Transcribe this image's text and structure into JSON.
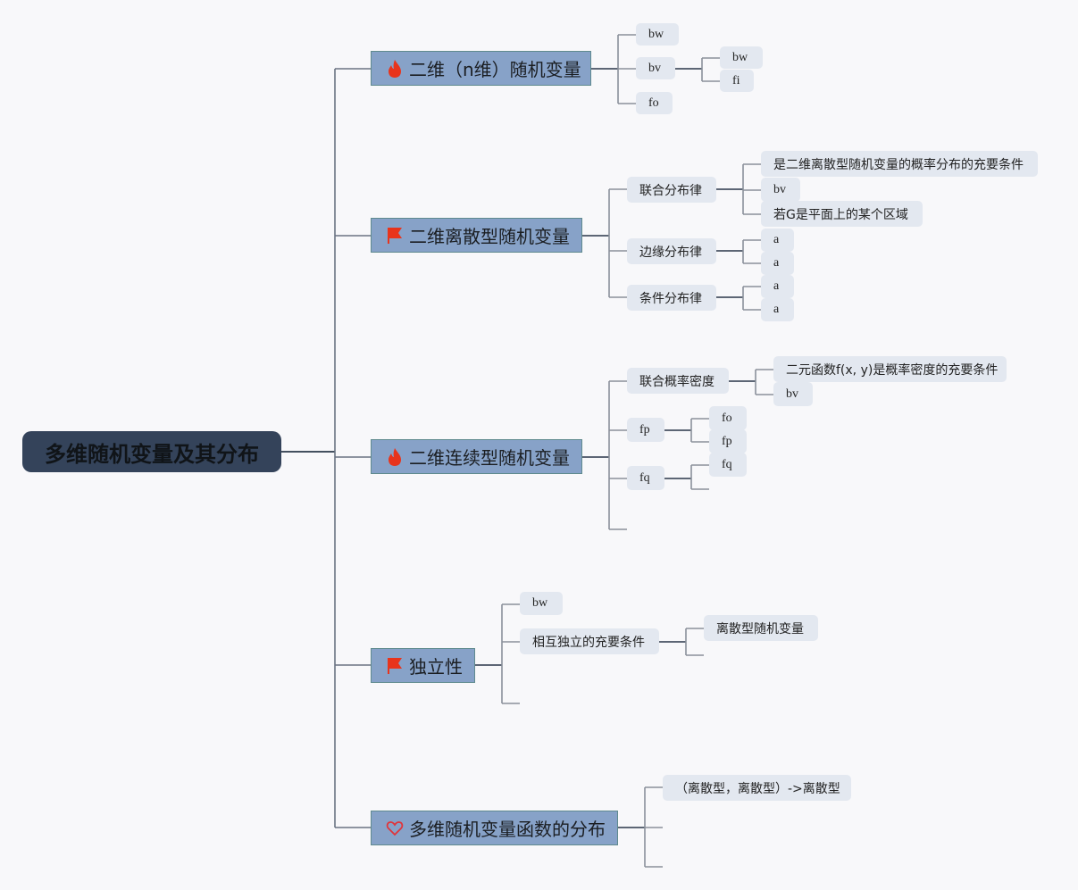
{
  "root": {
    "label": "多维随机变量及其分布"
  },
  "branches": [
    {
      "label": "二维（n维）随机变量",
      "icon": "fire-icon",
      "children": [
        {
          "label": "bw"
        },
        {
          "label": "bv",
          "children": [
            {
              "label": "bw"
            },
            {
              "label": "fi"
            }
          ]
        },
        {
          "label": "fo"
        }
      ]
    },
    {
      "label": "二维离散型随机变量",
      "icon": "flag-icon",
      "children": [
        {
          "label": "联合分布律",
          "children": [
            {
              "label": "是二维离散型随机变量的概率分布的充要条件"
            },
            {
              "label": "bv"
            },
            {
              "label": "若G是平面上的某个区域"
            }
          ]
        },
        {
          "label": "边缘分布律",
          "children": [
            {
              "label": "a"
            },
            {
              "label": "a"
            }
          ]
        },
        {
          "label": "条件分布律",
          "children": [
            {
              "label": "a"
            },
            {
              "label": "a"
            }
          ]
        }
      ]
    },
    {
      "label": "二维连续型随机变量",
      "icon": "fire-icon",
      "children": [
        {
          "label": "联合概率密度",
          "children": [
            {
              "label": "二元函数f(x, y)是概率密度的充要条件"
            },
            {
              "label": "bv"
            }
          ]
        },
        {
          "label": "fp",
          "children": [
            {
              "label": "fo"
            },
            {
              "label": "fp"
            }
          ]
        },
        {
          "label": "fq",
          "children": [
            {
              "label": "fq"
            },
            {
              "label": ""
            }
          ]
        },
        {
          "label": ""
        }
      ]
    },
    {
      "label": "独立性",
      "icon": "flag-icon",
      "children": [
        {
          "label": "bw"
        },
        {
          "label": "相互独立的充要条件",
          "children": [
            {
              "label": "离散型随机变量"
            },
            {
              "label": ""
            }
          ]
        },
        {
          "label": ""
        }
      ]
    },
    {
      "label": "多维随机变量函数的分布",
      "icon": "heart-icon",
      "children": [
        {
          "label": "（离散型，离散型）->离散型"
        },
        {
          "label": ""
        },
        {
          "label": ""
        }
      ]
    }
  ],
  "colors": {
    "root_fill": "#34435a",
    "branch_fill": "#87a2c8",
    "leaf_fill": "#e3e8f0",
    "line": "#5a6474",
    "icon_red": "#e8341c"
  }
}
